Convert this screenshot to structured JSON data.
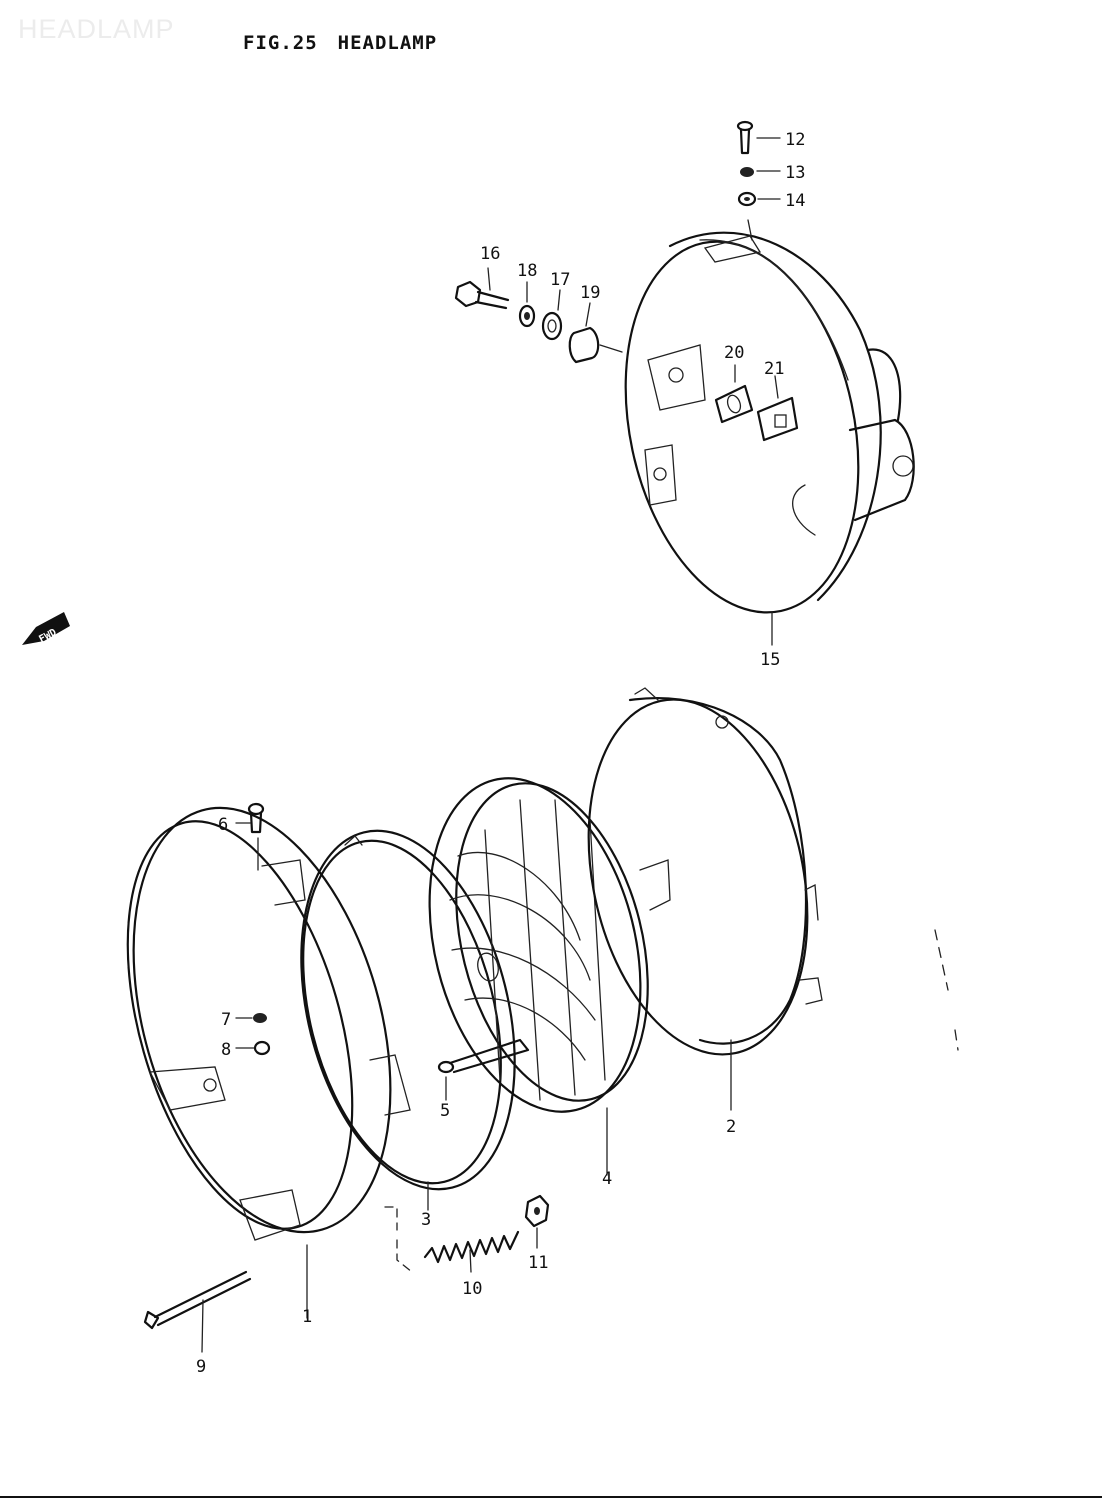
{
  "watermark": "HEADLAMP",
  "figure": {
    "number": "FIG.25",
    "title": "HEADLAMP"
  },
  "direction_badge": "FWD",
  "parts": [
    {
      "id": "1",
      "label": "1"
    },
    {
      "id": "2",
      "label": "2"
    },
    {
      "id": "3",
      "label": "3"
    },
    {
      "id": "4",
      "label": "4"
    },
    {
      "id": "5",
      "label": "5"
    },
    {
      "id": "6",
      "label": "6"
    },
    {
      "id": "7",
      "label": "7"
    },
    {
      "id": "8",
      "label": "8"
    },
    {
      "id": "9",
      "label": "9"
    },
    {
      "id": "10",
      "label": "10"
    },
    {
      "id": "11",
      "label": "11"
    },
    {
      "id": "12",
      "label": "12"
    },
    {
      "id": "13",
      "label": "13"
    },
    {
      "id": "14",
      "label": "14"
    },
    {
      "id": "15",
      "label": "15"
    },
    {
      "id": "16",
      "label": "16"
    },
    {
      "id": "17",
      "label": "17"
    },
    {
      "id": "18",
      "label": "18"
    },
    {
      "id": "19",
      "label": "19"
    },
    {
      "id": "20",
      "label": "20"
    },
    {
      "id": "21",
      "label": "21"
    }
  ]
}
